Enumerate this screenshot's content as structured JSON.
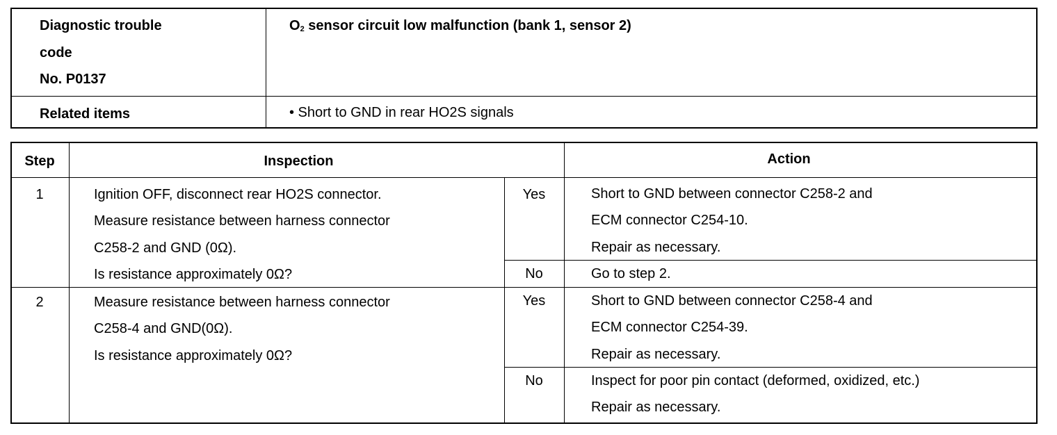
{
  "header_table": {
    "dtc_label_lines": [
      "Diagnostic trouble",
      "code",
      "No. P0137"
    ],
    "title_main": "O",
    "title_sub": "2",
    "title_rest": " sensor circuit low malfunction (bank 1, sensor 2)",
    "related_label": "Related items",
    "related_value": "• Short to GND in rear HO2S signals"
  },
  "procedure_table": {
    "headers": {
      "step": "Step",
      "inspection": "Inspection",
      "action": "Action"
    },
    "steps": [
      {
        "number": "1",
        "inspection_lines": [
          "Ignition OFF, disconnect rear HO2S connector.",
          "Measure resistance between harness connector",
          "C258-2 and GND (0Ω).",
          "Is resistance approximately 0Ω?"
        ],
        "yes_label": "Yes",
        "yes_action_lines": [
          "Short to GND between connector C258-2 and",
          "ECM connector C254-10.",
          "Repair as necessary."
        ],
        "no_label": "No",
        "no_action_lines": [
          "Go to step 2."
        ]
      },
      {
        "number": "2",
        "inspection_lines": [
          "Measure resistance between harness connector",
          "C258-4 and GND(0Ω).",
          "Is resistance approximately 0Ω?"
        ],
        "yes_label": "Yes",
        "yes_action_lines": [
          "Short to GND between connector C258-4 and",
          "ECM connector C254-39.",
          "Repair as necessary."
        ],
        "no_label": "No",
        "no_action_lines": [
          "Inspect for poor pin contact (deformed, oxidized, etc.)",
          "Repair as necessary."
        ]
      }
    ]
  }
}
